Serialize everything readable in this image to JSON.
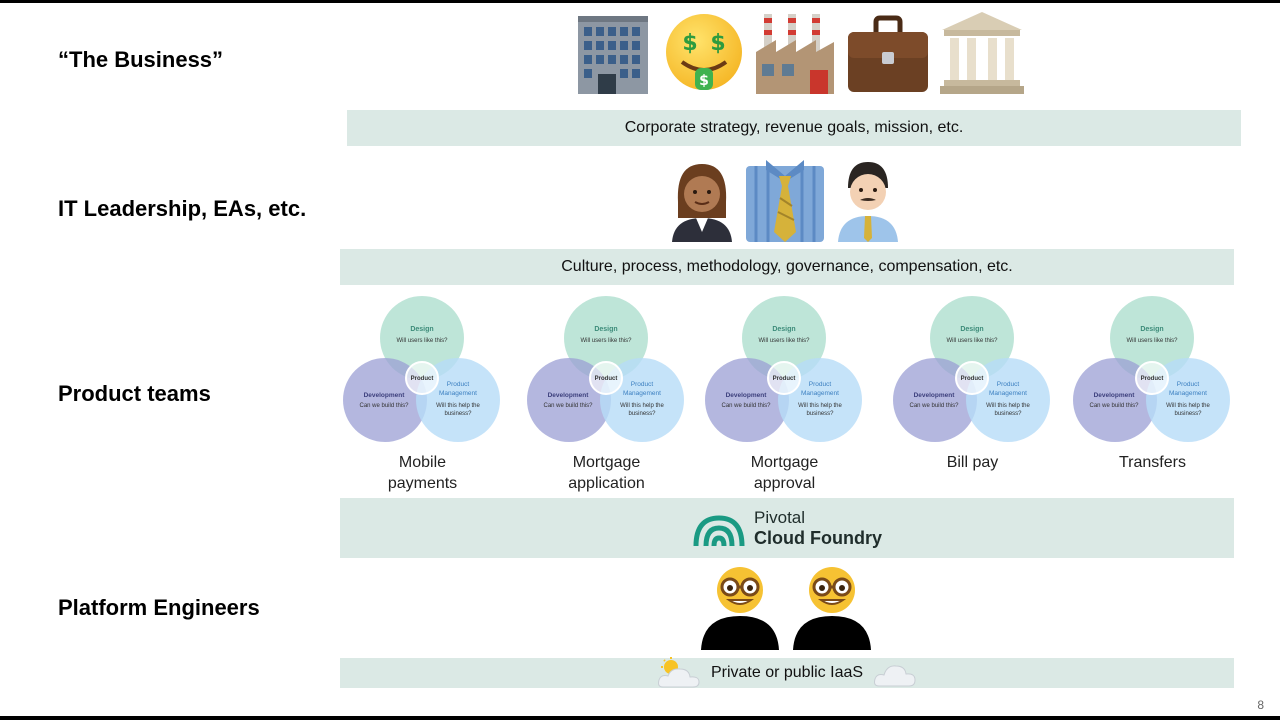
{
  "rows": {
    "business": "“The Business”",
    "it_leadership": "IT Leadership, EAs, etc.",
    "product_teams": "Product teams",
    "platform_engineers": "Platform Engineers"
  },
  "bands": {
    "strategy": "Corporate strategy, revenue goals, mission, etc.",
    "culture": "Culture, process, methodology, governance, compensation, etc.",
    "iaas": "Private or public IaaS"
  },
  "platform_logo": {
    "line1": "Pivotal",
    "line2": "Cloud Foundry"
  },
  "venn": {
    "design_title": "Design",
    "design_q": "Will users like this?",
    "dev_title": "Development",
    "dev_q": "Can we build this?",
    "pm_title1": "Product",
    "pm_title2": "Management",
    "pm_q1": "Will this help the",
    "pm_q2": "business?",
    "center": "Product"
  },
  "teams": [
    {
      "line1": "Mobile",
      "line2": "payments"
    },
    {
      "line1": "Mortgage",
      "line2": "application"
    },
    {
      "line1": "Mortgage",
      "line2": "approval"
    },
    {
      "line1": "Bill pay",
      "line2": ""
    },
    {
      "line1": "Transfers",
      "line2": ""
    }
  ],
  "icons": {
    "business": [
      "office-building-icon",
      "money-mouth-face-icon",
      "factory-icon",
      "briefcase-icon",
      "classical-building-icon"
    ],
    "it_leadership": [
      "woman-office-worker-icon",
      "necktie-icon",
      "man-office-worker-icon"
    ],
    "platform_engineers": [
      "nerd-face-icon",
      "nerd-face-icon"
    ],
    "iaas": [
      "sun-behind-cloud-icon",
      "cloud-icon"
    ]
  },
  "colors": {
    "band": "#dbe9e5",
    "design": "#a8dccb",
    "development": "#9b9fd4",
    "product_management": "#b6dcf7",
    "pcf_teal": "#1a9a83"
  },
  "page_number": "8"
}
